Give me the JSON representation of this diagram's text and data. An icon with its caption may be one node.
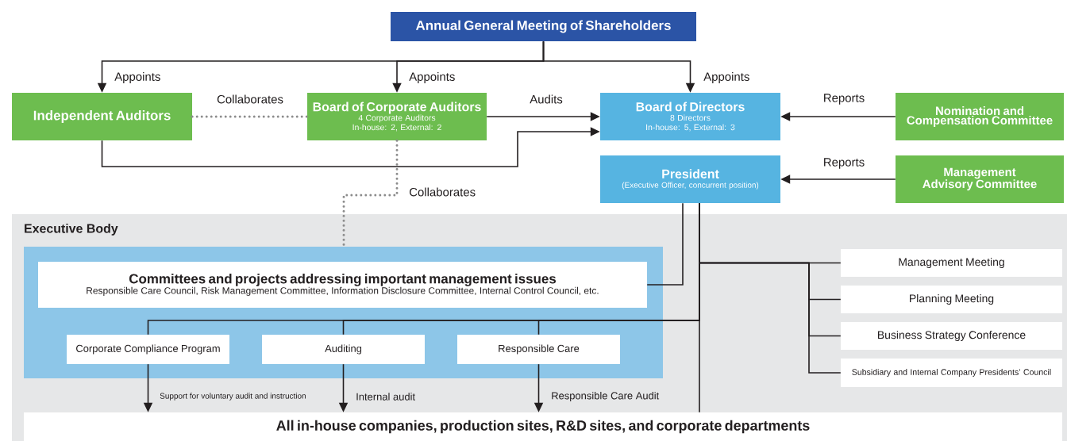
{
  "diagram": {
    "nodes": [
      {
        "text": [
          "Annual General Meeting of Shareholders"
        ]
      },
      {
        "text": [
          "Independent Auditors"
        ]
      },
      {
        "text": [
          "Board of Corporate Auditors",
          "4 Corporate Auditors",
          "In-house: 2, External:  2"
        ]
      },
      {
        "text": [
          "Board of Directors",
          "8 Directors",
          "In-house: 5, External:  3"
        ]
      },
      {
        "text": [
          "Nomination and Compensation Committee"
        ]
      },
      {
        "text": [
          "President",
          "(Executive Officer, concurrent position)"
        ]
      },
      {
        "text": [
          "Management Advisory Committee"
        ]
      },
      {
        "text": [
          "Executive Body"
        ]
      },
      {
        "text": [],
        "shape": "box",
        "in": 7
      },
      {
        "text": [
          "Committees and projects addressing important management issues",
          "Responsible Care Council, Risk Management Committee, Information Disclosure Committee, Internal Control Council, etc."
        ],
        "in": 8
      },
      {
        "text": [
          "Corporate Compliance Program"
        ],
        "in": 8
      },
      {
        "text": [
          "Auditing"
        ],
        "in": 8
      },
      {
        "text": [
          "Responsible Care"
        ],
        "in": 8
      },
      {
        "text": [
          "Management Meeting"
        ],
        "in": 7
      },
      {
        "text": [
          "Planning Meeting"
        ],
        "in": 7
      },
      {
        "text": [
          "Business Strategy Conference"
        ],
        "in": 7
      },
      {
        "text": [
          "Subsidiary and Internal Company Presidents’ Council"
        ],
        "in": 7
      },
      {
        "text": [
          "All in-house companies, production sites, R&D sites, and corporate departments"
        ],
        "in": 7
      }
    ],
    "edges": [
      {
        "from": 0,
        "to": 1,
        "arrow": "to",
        "label": "Appoints"
      },
      {
        "from": 0,
        "to": 2,
        "arrow": "to",
        "label": "Appoints"
      },
      {
        "from": 0,
        "to": 3,
        "arrow": "to",
        "label": "Appoints"
      },
      {
        "from": 1,
        "to": 2,
        "arrow": "none",
        "label": "Collaborates",
        "style": "dashed",
        "color": "#8c8c8c"
      },
      {
        "from": 2,
        "to": 3,
        "arrow": "to",
        "label": "Audits"
      },
      {
        "from": 1,
        "to": 3,
        "arrow": "to"
      },
      {
        "from": 4,
        "to": 3,
        "arrow": "to",
        "label": "Reports"
      },
      {
        "from": 6,
        "to": 5,
        "arrow": "to",
        "label": "Reports"
      },
      {
        "from": 2,
        "to": 8,
        "arrow": "none",
        "label": "Collaborates",
        "style": "dashed",
        "color": "#8c8c8c"
      },
      {
        "from": 5,
        "to": 9,
        "arrow": "none"
      },
      {
        "from": 5,
        "to": 10,
        "arrow": "none"
      },
      {
        "from": 5,
        "to": 11,
        "arrow": "none"
      },
      {
        "from": 5,
        "to": 12,
        "arrow": "none"
      },
      {
        "from": 5,
        "to": 13,
        "arrow": "none"
      },
      {
        "from": 5,
        "to": 14,
        "arrow": "none"
      },
      {
        "from": 5,
        "to": 15,
        "arrow": "none"
      },
      {
        "from": 5,
        "to": 16,
        "arrow": "none"
      },
      {
        "from": 5,
        "to": 17,
        "arrow": "none"
      },
      {
        "from": 10,
        "to": 17,
        "arrow": "to",
        "label": "Support for voluntary audit and instruction"
      },
      {
        "from": 11,
        "to": 17,
        "arrow": "to",
        "label": "Internal audit"
      },
      {
        "from": 12,
        "to": 17,
        "arrow": "to",
        "label": "Responsible Care Audit"
      }
    ]
  }
}
